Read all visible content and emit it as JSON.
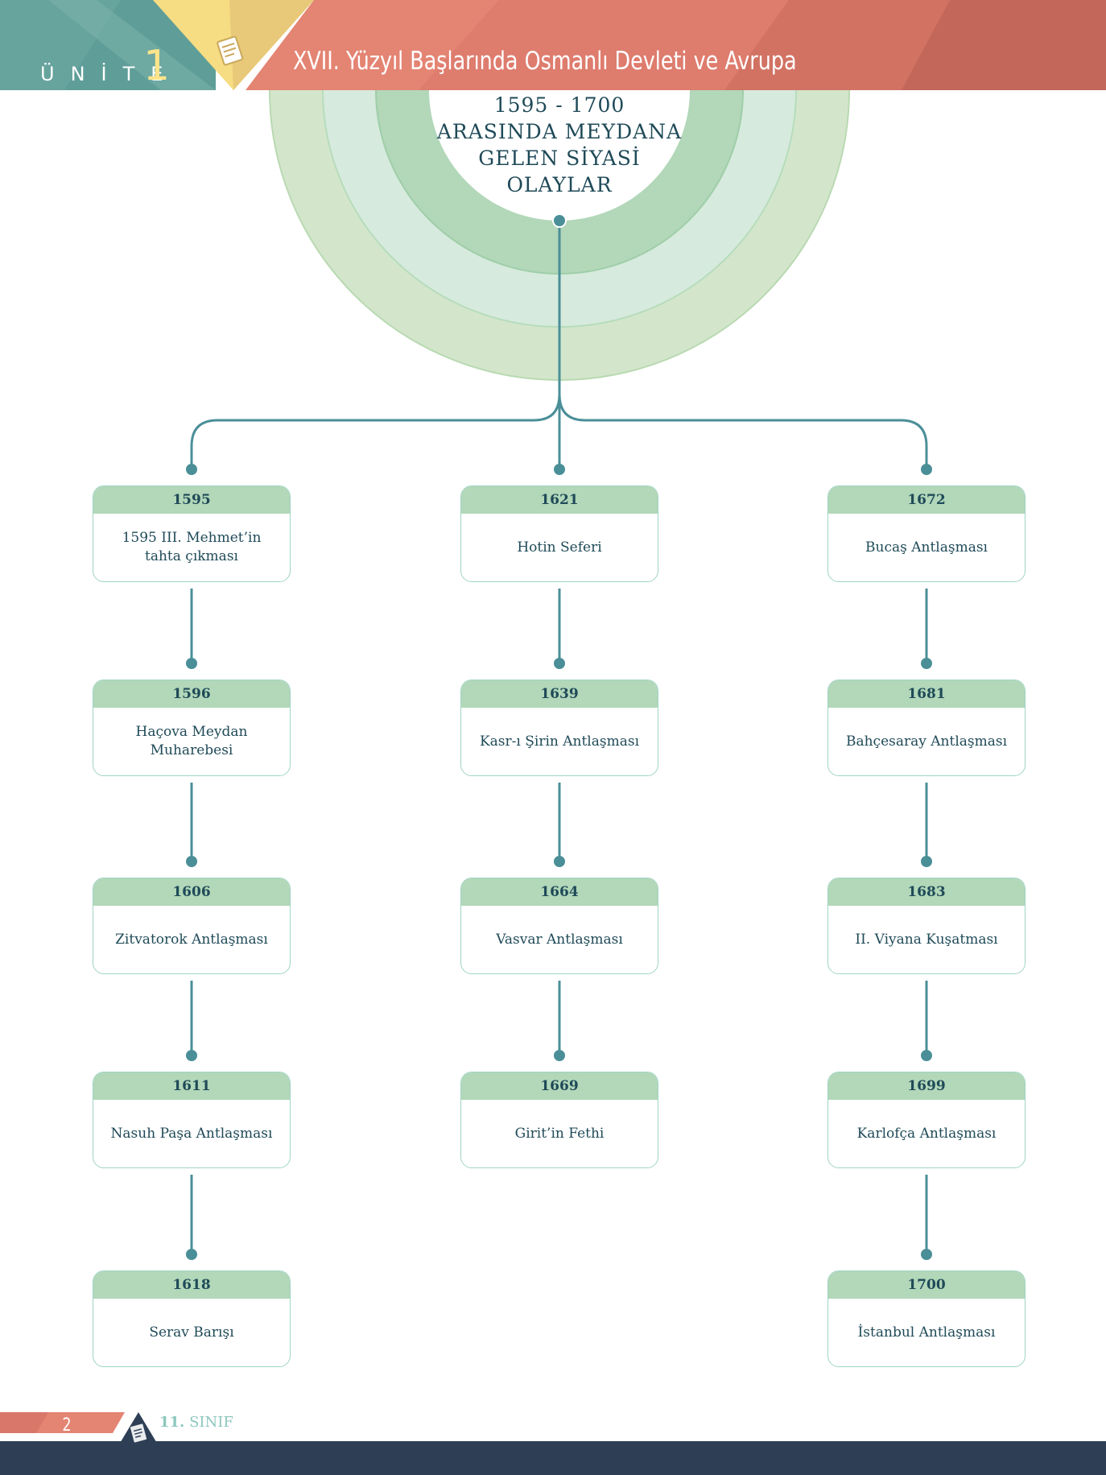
{
  "header": {
    "unit_label": "ÜNİTE",
    "unit_number": "1",
    "title": "XVII. Yüzyıl Başlarında Osmanlı Devleti ve Avrupa",
    "colors": {
      "teal": "#5f9e98",
      "yellow": "#f6dc83",
      "coral": "#e48473"
    }
  },
  "diagram": {
    "root_title": [
      "1595 - 1700",
      "ARASINDA MEYDANA",
      "GELEN SİYASİ",
      "OLAYLAR"
    ],
    "columns": [
      {
        "events": [
          {
            "year": "1595",
            "text": [
              "1595 III. Mehmet’in",
              "tahta çıkması"
            ]
          },
          {
            "year": "1596",
            "text": [
              "Haçova Meydan",
              "Muharebesi"
            ]
          },
          {
            "year": "1606",
            "text": [
              "Zitvatorok Antlaşması"
            ]
          },
          {
            "year": "1611",
            "text": [
              "Nasuh Paşa Antlaşması"
            ]
          },
          {
            "year": "1618",
            "text": [
              "Serav Barışı"
            ]
          }
        ]
      },
      {
        "events": [
          {
            "year": "1621",
            "text": [
              "Hotin Seferi"
            ]
          },
          {
            "year": "1639",
            "text": [
              "Kasr-ı Şirin Antlaşması"
            ]
          },
          {
            "year": "1664",
            "text": [
              "Vasvar Antlaşması"
            ]
          },
          {
            "year": "1669",
            "text": [
              "Girit’in Fethi"
            ]
          }
        ]
      },
      {
        "events": [
          {
            "year": "1672",
            "text": [
              "Bucaş Antlaşması"
            ]
          },
          {
            "year": "1681",
            "text": [
              "Bahçesaray Antlaşması"
            ]
          },
          {
            "year": "1683",
            "text": [
              "II. Viyana Kuşatması"
            ]
          },
          {
            "year": "1699",
            "text": [
              "Karlofça Antlaşması"
            ]
          },
          {
            "year": "1700",
            "text": [
              "İstanbul Antlaşması"
            ]
          }
        ]
      }
    ],
    "colors": {
      "line": "#4a8f98",
      "year_band": "#b2d7b9",
      "text": "#1f4a58"
    }
  },
  "footer": {
    "page_number": "2",
    "grade_number": "11.",
    "grade_label": "SINIF",
    "bar_color": "#2e3f55"
  }
}
